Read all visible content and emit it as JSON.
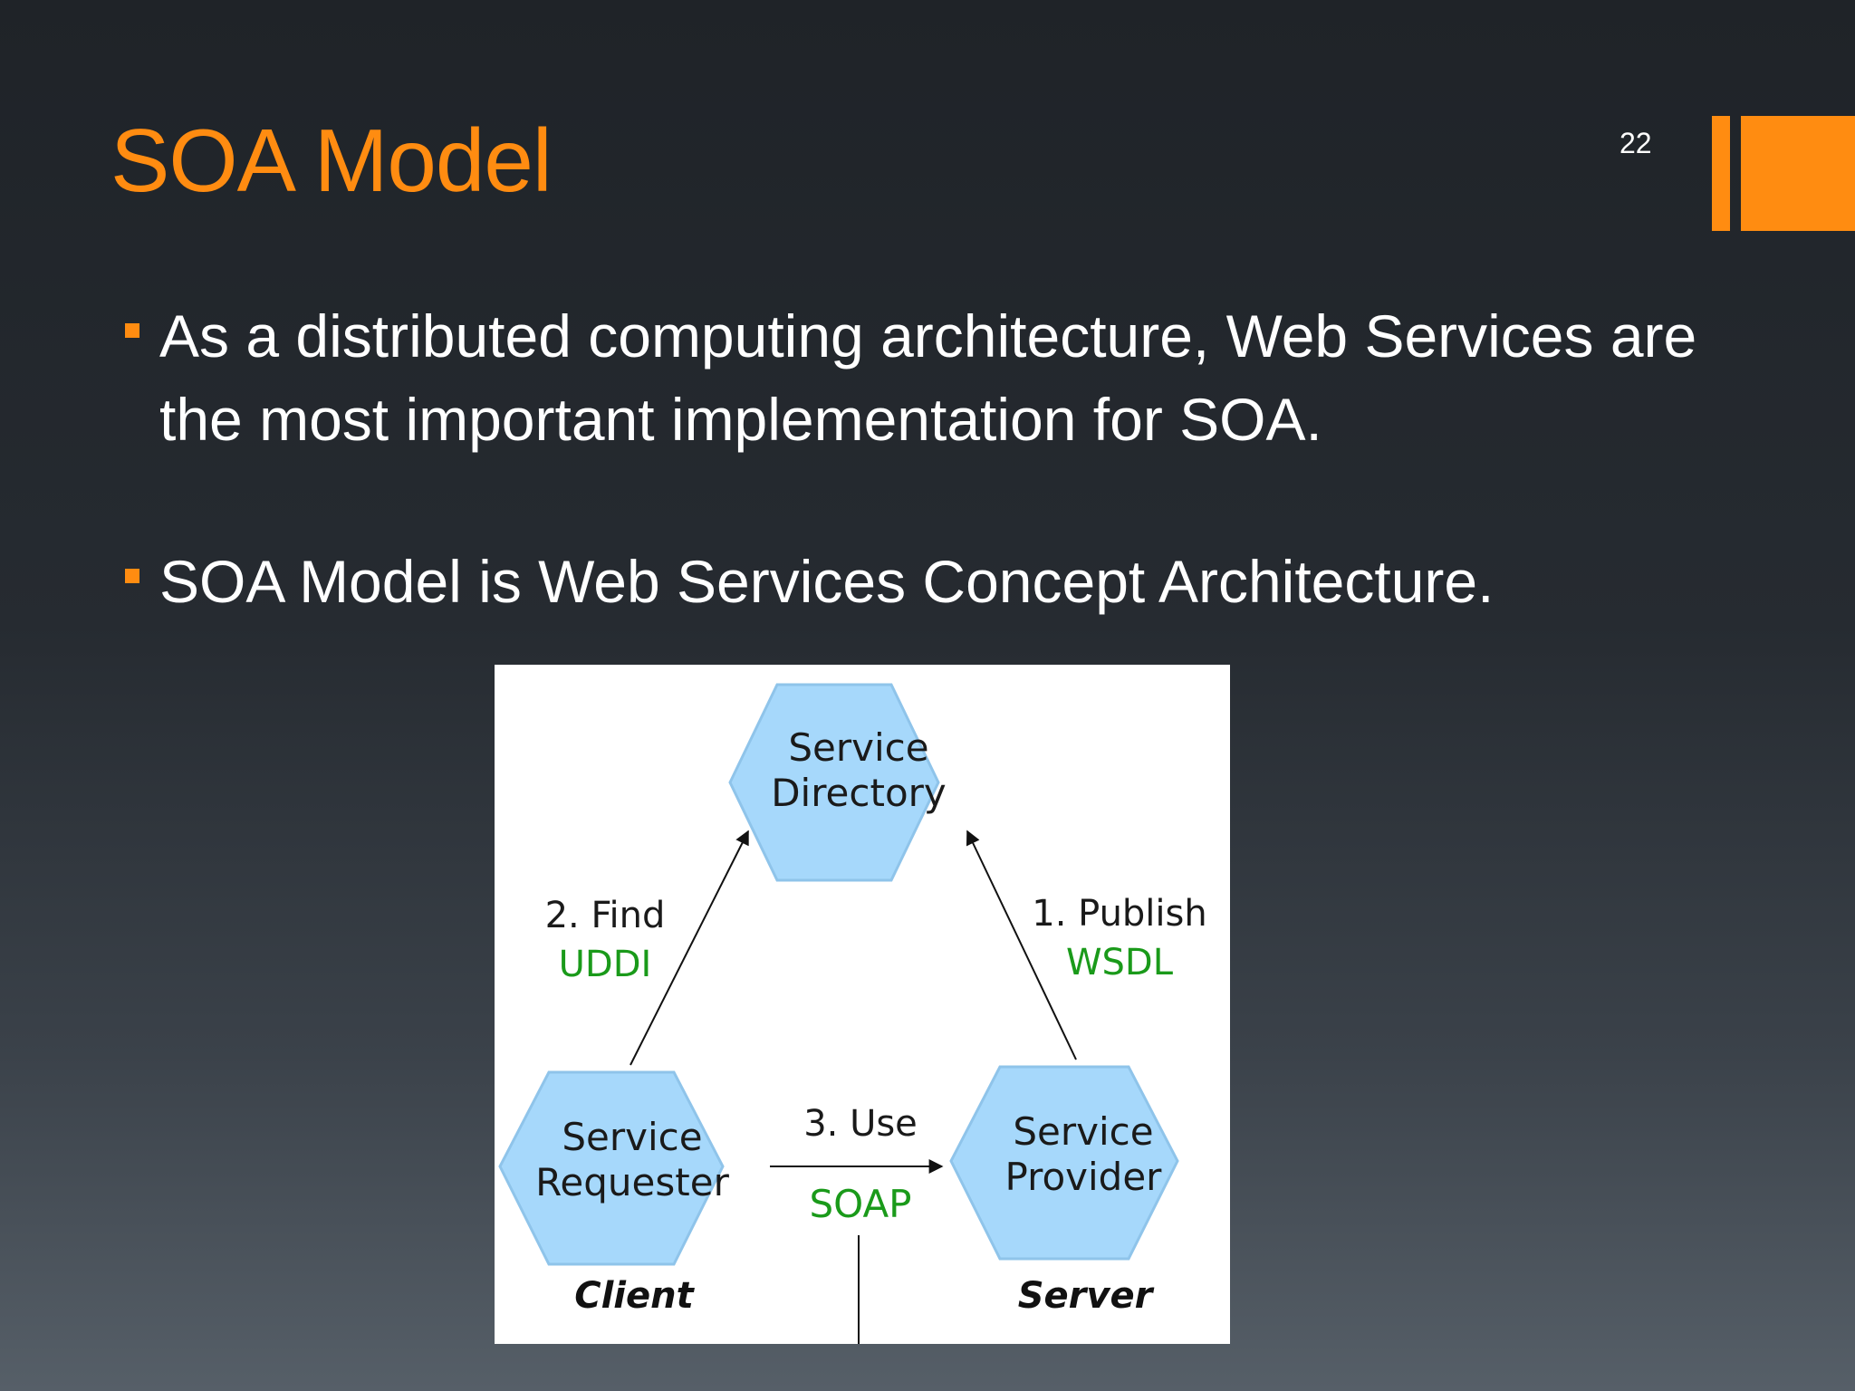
{
  "slide": {
    "title": "SOA Model",
    "page_number": "22"
  },
  "bullets": [
    {
      "text": "As a distributed computing architecture,  Web Services are the most important implementation for SOA."
    },
    {
      "text": "SOA Model is Web Services Concept Architecture."
    }
  ],
  "diagram": {
    "nodes": {
      "directory": {
        "line1": "Service",
        "line2": "Directory"
      },
      "requester": {
        "line1": "Service",
        "line2": "Requester",
        "caption": "Client"
      },
      "provider": {
        "line1": "Service",
        "line2": "Provider",
        "caption": "Server"
      }
    },
    "edges": {
      "find": {
        "step": "2. Find",
        "protocol": "UDDI"
      },
      "publish": {
        "step": "1. Publish",
        "protocol": "WSDL"
      },
      "use": {
        "step": "3. Use",
        "protocol": "SOAP"
      }
    },
    "colors": {
      "hexagon_fill": "#a6d8fb",
      "hexagon_stroke": "#8fc4ea",
      "protocol_text": "#1a9a1a",
      "title_accent": "#ff8c11"
    }
  }
}
